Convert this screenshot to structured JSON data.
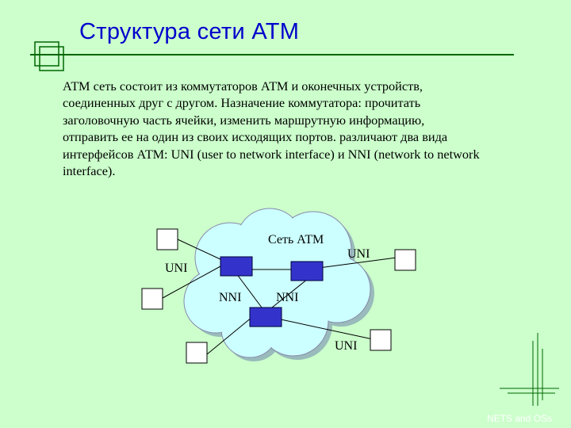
{
  "title": "Структура сети АТМ",
  "body_lines": [
    "АТМ сеть состоит из коммутаторов АТМ и оконечных устройств,",
    "соединенных друг с другом. Назначение коммутатора: прочитать",
    "заголовочную часть ячейки, изменить маршрутную информацию,",
    "отправить ее на один из своих исходящих  портов. различают два вида",
    "интерфейсов АТМ: UNI (user to network interface) и NNI (network to network",
    "interface)."
  ],
  "diagram": {
    "cloud_label": "Сеть АТМ",
    "uni_left": "UNI",
    "uni_right": "UNI",
    "uni_bottom": "UNI",
    "nni_left": "NNI",
    "nni_right": "NNI"
  },
  "footer": "NETS and OSs",
  "colors": {
    "background": "#ccffcc",
    "title": "#0000cc",
    "cloud": "#ccffff",
    "switch": "#3333cc",
    "rule": "#006600"
  }
}
